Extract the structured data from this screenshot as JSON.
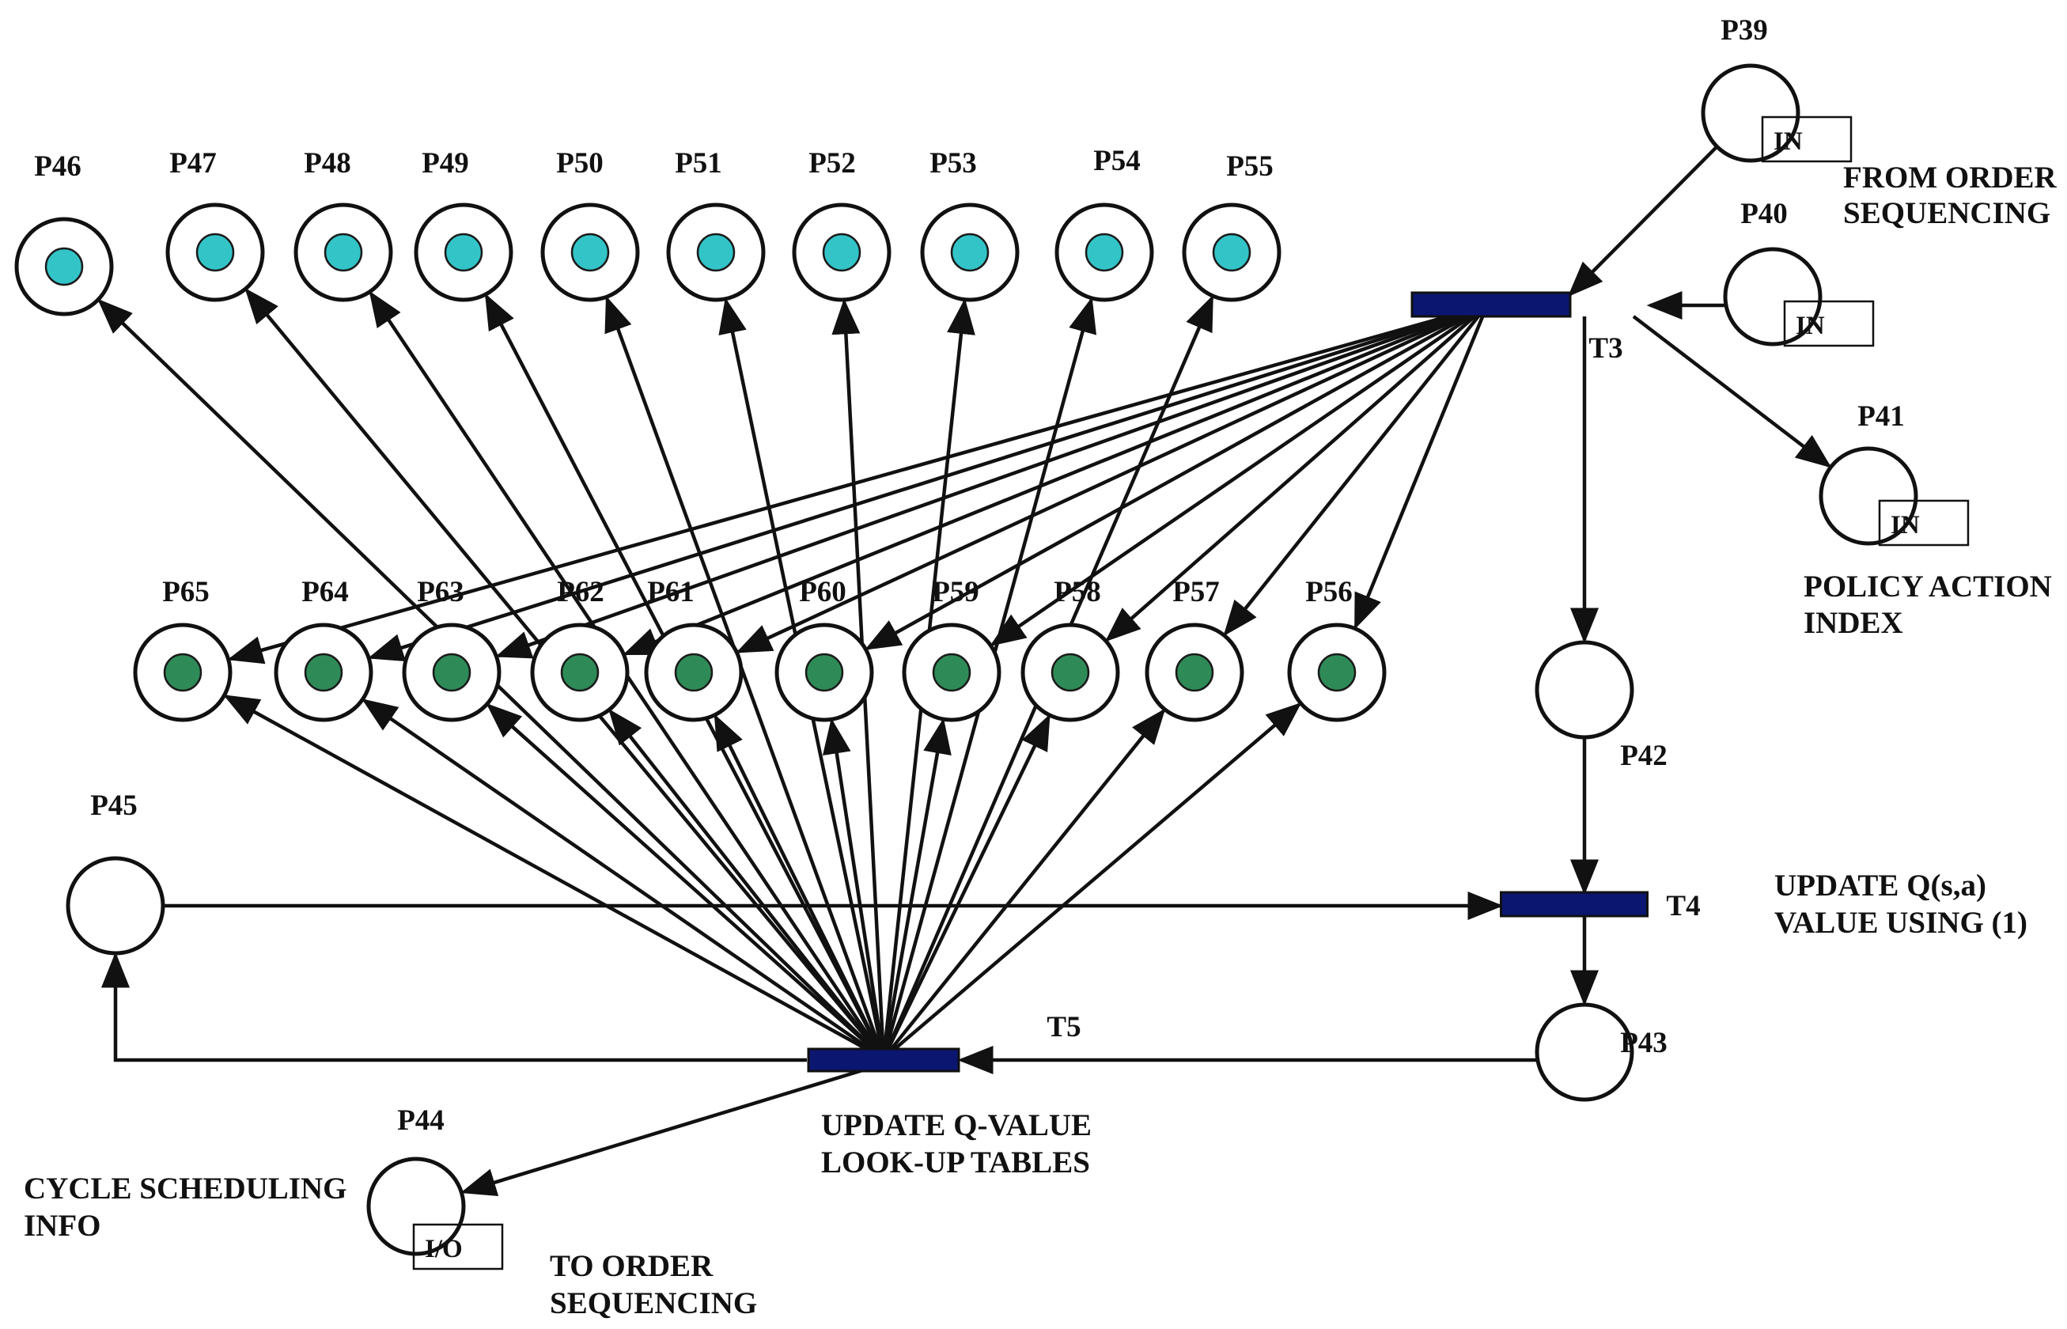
{
  "colors": {
    "upper_token": "#33c4c8",
    "lower_token": "#2e8b57",
    "transition": "#0b1670",
    "ink": "#111111"
  },
  "places": {
    "P39": "P39",
    "P40": "P40",
    "P41": "P41",
    "P42": "P42",
    "P43": "P43",
    "P44": "P44",
    "P45": "P45",
    "P46": "P46",
    "P47": "P47",
    "P48": "P48",
    "P49": "P49",
    "P50": "P50",
    "P51": "P51",
    "P52": "P52",
    "P53": "P53",
    "P54": "P54",
    "P55": "P55",
    "P56": "P56",
    "P57": "P57",
    "P58": "P58",
    "P59": "P59",
    "P60": "P60",
    "P61": "P61",
    "P62": "P62",
    "P63": "P63",
    "P64": "P64",
    "P65": "P65"
  },
  "transitions": {
    "T3": "T3",
    "T4": "T4",
    "T5": "T5"
  },
  "port_tags": {
    "in": "IN",
    "io": "I/O"
  },
  "annotations": {
    "from_order_1": "FROM ORDER",
    "from_order_2": "SEQUENCING",
    "policy_1": "POLICY ACTION",
    "policy_2": "INDEX",
    "update_q_1": "UPDATE Q(s,a)",
    "update_q_2": "VALUE USING (1)",
    "update_lookup_1": "UPDATE Q-VALUE",
    "update_lookup_2": "LOOK-UP TABLES",
    "cycle_1": "CYCLE SCHEDULING",
    "cycle_2": "INFO",
    "to_order_1": "TO ORDER",
    "to_order_2": "SEQUENCING"
  }
}
